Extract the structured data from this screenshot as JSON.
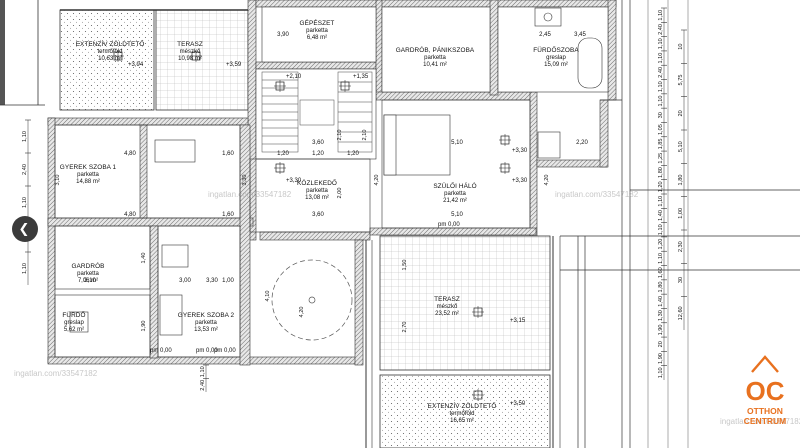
{
  "colors": {
    "logo": "#e8711f",
    "wall": "#5a5a5a",
    "hatch": "#8c8c8c",
    "line": "#1a1a1a",
    "nav_button": "#3b3b3b"
  },
  "nav": {
    "prev_icon": "chevron-left-icon",
    "prev_glyph": "❮"
  },
  "rooms": [
    {
      "id": "green-roof-top",
      "name": "EXTENZÍV ZÖLDTETŐ",
      "floor": "termőföld",
      "area": "10,63 m²"
    },
    {
      "id": "terrace-top",
      "name": "TERASZ",
      "floor": "mészkő",
      "area": "10,98 m²"
    },
    {
      "id": "mechanical",
      "name": "GÉPÉSZET",
      "floor": "parketta",
      "area": "6,48 m²"
    },
    {
      "id": "wardrobe-panic",
      "name": "GARDRÓB, PÁNIKSZOBA",
      "floor": "parketta",
      "area": "10,41 m²"
    },
    {
      "id": "bathroom",
      "name": "FÜRDŐSZOBA",
      "floor": "greslap",
      "area": "15,09 m²"
    },
    {
      "id": "kids-room-1",
      "name": "GYEREK SZOBA 1",
      "floor": "parketta",
      "area": "14,88 m²"
    },
    {
      "id": "corridor",
      "name": "KÖZLEKEDŐ",
      "floor": "parketta",
      "area": "13,08 m²"
    },
    {
      "id": "master-bedroom",
      "name": "SZÜLŐI HÁLÓ",
      "floor": "parketta",
      "area": "21,42 m²"
    },
    {
      "id": "wardrobe",
      "name": "GARDRÓB",
      "floor": "parketta",
      "area": "7,06 m²"
    },
    {
      "id": "bath-small",
      "name": "FÜRDŐ",
      "floor": "greslap",
      "area": "5,62 m²"
    },
    {
      "id": "kids-room-2",
      "name": "GYEREK SZOBA 2",
      "floor": "parketta",
      "area": "13,53 m²"
    },
    {
      "id": "terrace-main",
      "name": "TERASZ",
      "floor": "mészkő",
      "area": "23,52 m²"
    },
    {
      "id": "green-roof-bottom",
      "name": "EXTENZÍV ZÖLDTETŐ",
      "floor": "termőföld",
      "area": "16,65 m²"
    }
  ],
  "levels": {
    "l394": "+3,94",
    "l359": "+3,59",
    "l210": "+2,10",
    "l135": "+1,35",
    "l330a": "+3,30",
    "l330b": "+3,30",
    "l330c": "+3,30",
    "l315": "+3,15",
    "l350": "+3,50"
  },
  "dims": {
    "d390": "3,90",
    "d245": "2,45",
    "d345": "3,45",
    "d480a": "4,80",
    "d480b": "4,80",
    "d360a": "3,60",
    "d360b": "3,60",
    "d510a": "5,10",
    "d510b": "5,10",
    "d120a": "1,20",
    "d120b": "1,20",
    "d120c": "1,20",
    "d160a": "1,60",
    "d160b": "1,60",
    "d310a": "3,10",
    "d310b": "3,10",
    "d330a": "3,30",
    "d330b": "3,30",
    "d210a": "2,10",
    "d210b": "2,10",
    "d220": "2,20",
    "d100": "1,00",
    "d300": "3,00",
    "d410": "4,10",
    "d420a": "4,20",
    "d420b": "4,20",
    "d270": "2,70",
    "d150": "1,50",
    "d190": "1,90",
    "d140": "1,40",
    "d130": "1,30",
    "d200": "2,00",
    "d160v": "1,60",
    "d230": "2,30"
  },
  "right_dims_a": [
    "1,10",
    "2,40",
    "1,10",
    "1,10",
    "2,40",
    "1,10",
    "1,10",
    "30",
    "1,05",
    "1,85",
    "1,25",
    "1,80",
    "1,20",
    "1,10",
    "1,40",
    "1,10",
    "1,20",
    "1,10",
    "1,60",
    "1,80",
    "1,40",
    "1,30",
    "1,90",
    "20",
    "1,90",
    "1,10"
  ],
  "right_dims_b": [
    "10",
    "5,75",
    "20",
    "5,10",
    "1,80",
    "1,00",
    "2,30",
    "30",
    "12,60"
  ],
  "left_dims": [
    "1,10",
    "2,40",
    "1,10",
    "2,40",
    "1,10"
  ],
  "bottom_dims": [
    "1,10",
    "2,40"
  ],
  "pm": {
    "a": "pm 0,00",
    "b": "pm 0,00",
    "c": "pm 0,00",
    "d": "pm 0,00"
  },
  "watermark": {
    "text": "ingatlan.com/33547182"
  },
  "logo": {
    "mark": "OC",
    "line1": "OTTHON",
    "line2": "CENTRUM"
  }
}
